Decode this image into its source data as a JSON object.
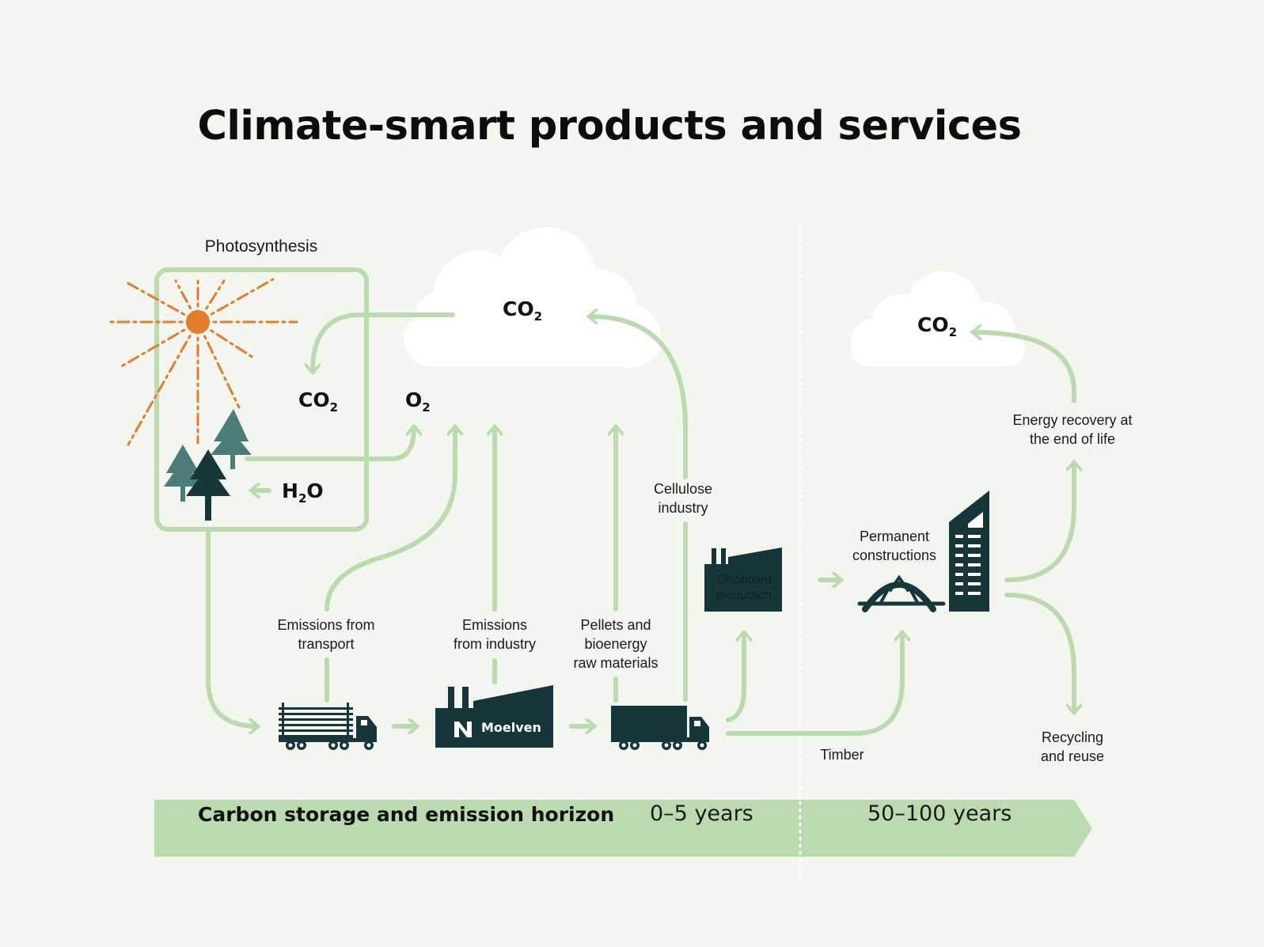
{
  "title": "Climate-smart products and services",
  "labels": {
    "photosynthesis": "Photosynthesis",
    "co2_cloud_left": "CO",
    "co2_cloud_right": "CO",
    "co2_box": "CO",
    "o2": "O",
    "h2o_h": "H",
    "h2o_o": "O",
    "sub_2": "2",
    "emissions_transport": [
      "Emissions from",
      "transport"
    ],
    "emissions_industry": [
      "Emissions",
      "from industry"
    ],
    "pellets": [
      "Pellets and",
      "bioenergy",
      "raw materials"
    ],
    "cellulose": [
      "Cellulose",
      "industry"
    ],
    "chipboard": [
      "Chipboard",
      "production"
    ],
    "permanent": [
      "Permanent",
      "constructions"
    ],
    "energy_recovery": [
      "Energy recovery at",
      "the end of life"
    ],
    "recycling": [
      "Recycling",
      "and reuse"
    ],
    "timber": "Timber",
    "brand": "Moelven"
  },
  "band": {
    "title": "Carbon storage and emission horizon",
    "short_horizon": "0–5 years",
    "long_horizon": "50–100 years"
  },
  "colors": {
    "background": "#f2f6ef",
    "arrow_green": "#bcdab0",
    "band_green": "#bcdab0",
    "dark_teal": "#17363a",
    "tree_teal": "#4c7c78",
    "sun_orange": "#e37c2c",
    "cloud": "#ffffff"
  }
}
